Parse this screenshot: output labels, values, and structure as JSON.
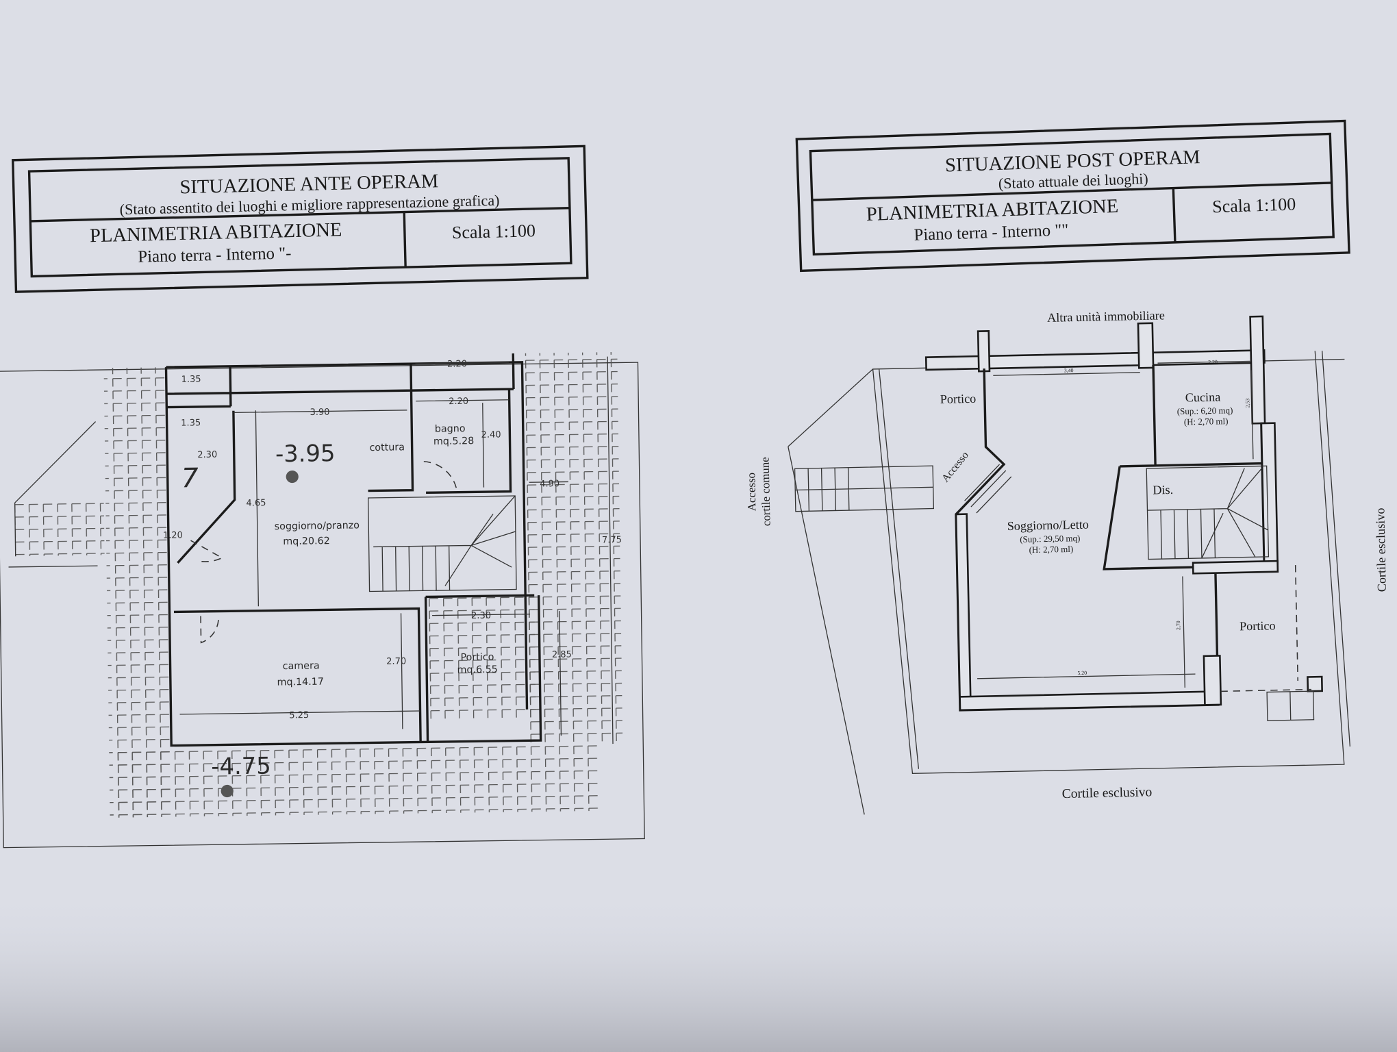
{
  "colors": {
    "paper": "#dcdee6",
    "ink": "#1b1b1b"
  },
  "ante": {
    "title": "SITUAZIONE  ANTE  OPERAM",
    "subtitle": "(Stato assentito dei luoghi e migliore rappresentazione grafica)",
    "plan_title": "PLANIMETRIA ABITAZIONE",
    "plan_subtitle": "Piano terra - Interno \"-",
    "scale": "Scala 1:100",
    "plan": {
      "level_top": "-3.95",
      "level_bottom": "-4.75",
      "mark": "7",
      "rooms": {
        "cottura": "cottura",
        "bagno": "bagno",
        "bagno_area": "mq.5.28",
        "soggiorno": "soggiorno/pranzo",
        "soggiorno_area": "mq.20.62",
        "camera": "camera",
        "camera_area": "mq.14.17",
        "portico": "Portico",
        "portico_area": "mq.6.55"
      },
      "dims": {
        "d220a": "2.20",
        "d220b": "2.20",
        "d390": "3.90",
        "d135a": "1.35",
        "d135b": "1.35",
        "d230a": "2.30",
        "d465": "4.65",
        "d120": "1.20",
        "d240": "2.40",
        "d490": "4.90",
        "d775": "7.75",
        "d270": "2.70",
        "d230b": "2.30",
        "d285": "2.85",
        "d525": "5.25"
      }
    }
  },
  "post": {
    "title": "SITUAZIONE  POST  OPERAM",
    "subtitle": "(Stato attuale dei luoghi)",
    "plan_title": "PLANIMETRIA ABITAZIONE",
    "plan_subtitle": "Piano terra - Interno \"\"",
    "scale": "Scala 1:100",
    "plan": {
      "neighbor": "Altra unità immobiliare",
      "portico_left": "Portico",
      "accesso": "Accesso",
      "cucina": "Cucina",
      "cucina_sup": "(Sup.: 6,20 mq)",
      "cucina_h": "(H: 2,70 ml)",
      "dis": "Dis.",
      "soggiorno": "Soggiorno/Letto",
      "soggiorno_sup": "(Sup.: 29,50 mq)",
      "soggiorno_h": "(H: 2,70 ml)",
      "portico_right": "Portico",
      "cortile_bottom": "Cortile esclusivo",
      "cortile_right": "Cortile esclusivo",
      "accesso_comune_1": "Accesso",
      "accesso_comune_2": "cortile comune",
      "dims": {
        "d340": "3,40",
        "d220": "2,20",
        "d253": "2,53",
        "d270": "2,70",
        "d520": "5,20"
      }
    }
  }
}
